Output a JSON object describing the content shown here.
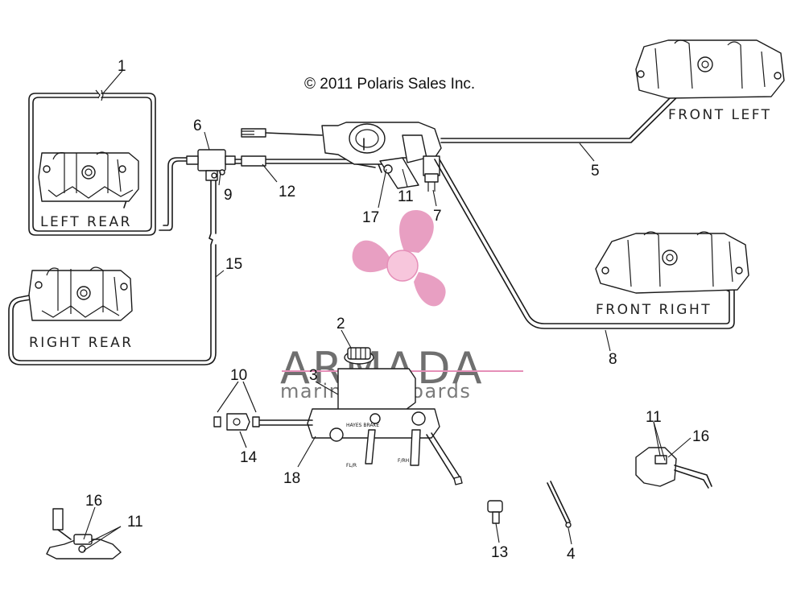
{
  "copyright": "© 2011 Polaris Sales Inc.",
  "caliper_labels": {
    "left_rear": "LEFT REAR",
    "right_rear": "RIGHT REAR",
    "front_left": "FRONT LEFT",
    "front_right": "FRONT RIGHT"
  },
  "callouts": {
    "n1": "1",
    "n2": "2",
    "n3": "3",
    "n4": "4",
    "n5": "5",
    "n6": "6",
    "n7": "7",
    "n8": "8",
    "n9": "9",
    "n10": "10",
    "n11a": "11",
    "n11b": "11",
    "n11c": "11",
    "n12": "12",
    "n13": "13",
    "n14": "14",
    "n15": "15",
    "n16a": "16",
    "n16b": "16",
    "n17": "17",
    "n18": "18"
  },
  "watermark": {
    "brand": "ARMADA",
    "tagline": "marine outboards",
    "brand_color": "#e58fb8"
  },
  "master_cylinder_stamp": "HAYES BRAKE",
  "port_labels": {
    "left": "FL/R",
    "right": "F/RH"
  }
}
